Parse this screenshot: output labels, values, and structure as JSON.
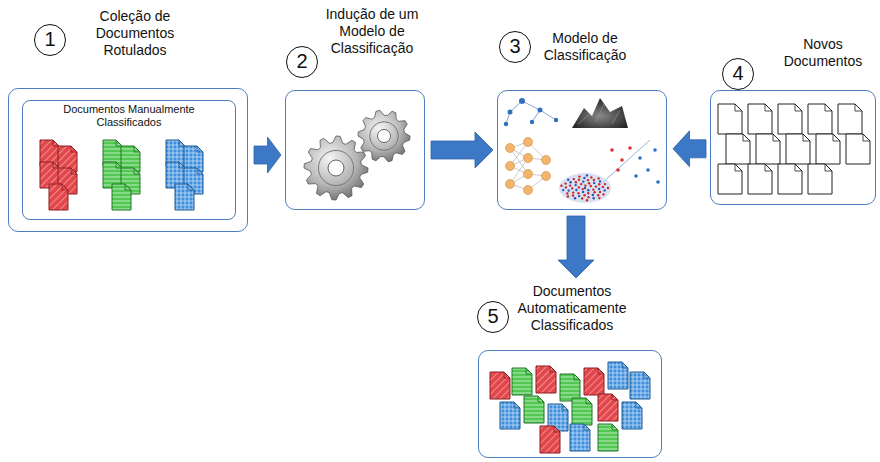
{
  "diagram": {
    "nodes": [
      {
        "text": [
          "1",
          "Coleção de Documentos Rotulados"
        ]
      },
      {
        "text": [
          "Documentos Manualmente Classificados"
        ],
        "in": 0
      },
      {
        "text": [
          "2",
          "Indução de um Modelo de Classificação"
        ]
      },
      {
        "text": [
          "3",
          "Modelo de Classificação"
        ]
      },
      {
        "text": [
          "4",
          "Novos Documentos"
        ]
      },
      {
        "text": [
          "5",
          "Documentos Automaticamente Classificados"
        ]
      }
    ],
    "edges": [
      {
        "from": 0,
        "to": 2,
        "arrow": "to"
      },
      {
        "from": 2,
        "to": 3,
        "arrow": "to"
      },
      {
        "from": 4,
        "to": 3,
        "arrow": "to"
      },
      {
        "from": 3,
        "to": 5,
        "arrow": "to"
      }
    ]
  }
}
